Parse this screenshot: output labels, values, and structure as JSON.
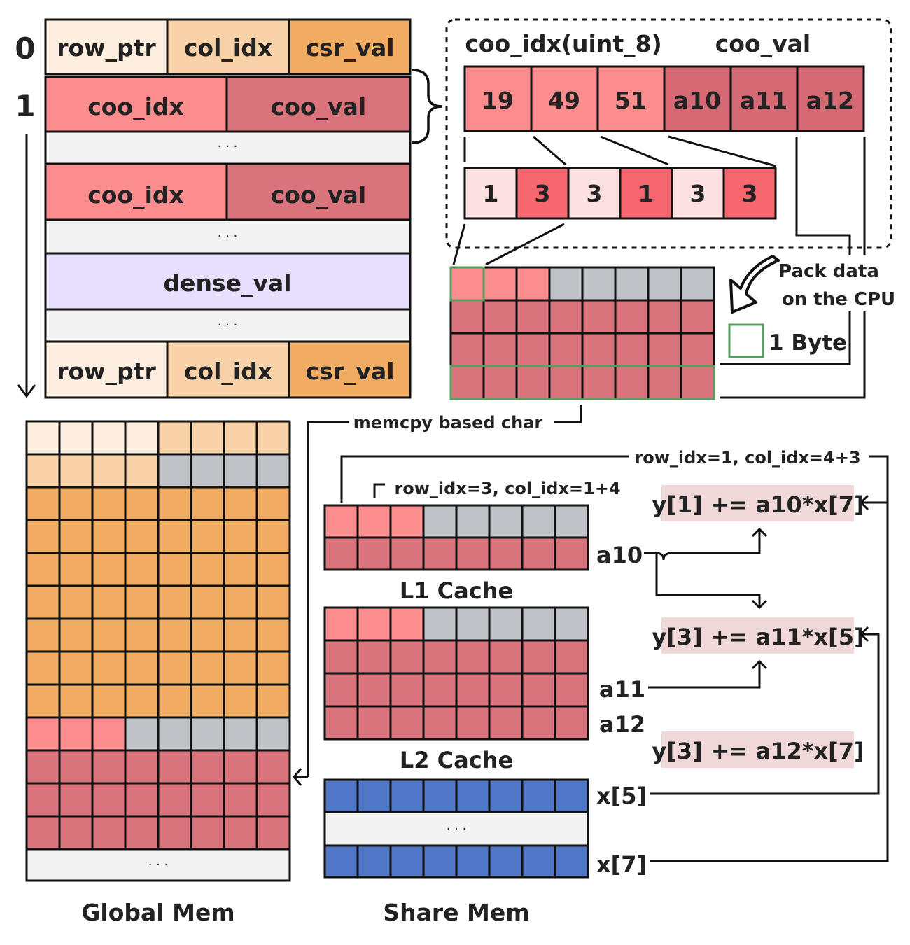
{
  "colors": {
    "cream": "#fdeee0",
    "peach": "#f8d2a8",
    "orange": "#f0ac62",
    "pink": "#fb8d8e",
    "rose": "#d9747c",
    "rose_dark": "#d56a74",
    "light_pink": "#fde1e1",
    "gray": "#bfc2c6",
    "light_gray": "#f3f3f3",
    "lavender": "#e8dffd",
    "blue": "#4f76c7",
    "green": "#55a060",
    "eq_bg": "#f0d8d8"
  },
  "left_block": {
    "row_markers": [
      "0",
      "1"
    ],
    "row0": [
      "row_ptr",
      "col_idx",
      "csr_val"
    ],
    "coo_rows": [
      [
        "coo_idx",
        "coo_val"
      ],
      [
        "coo_idx",
        "coo_val"
      ]
    ],
    "ellipsis": "· · ·",
    "dense_label": "dense_val",
    "last_row": [
      "row_ptr",
      "col_idx",
      "csr_val"
    ]
  },
  "detail": {
    "coo_idx_header": "coo_idx(uint_8)",
    "coo_val_header": "coo_val",
    "top_cells": [
      "19",
      "49",
      "51",
      "a10",
      "a11",
      "a12"
    ],
    "nibble_cells": [
      "1",
      "3",
      "3",
      "1",
      "3",
      "3"
    ]
  },
  "pack": {
    "label_line1": "Pack data",
    "label_line2": "on the CPU",
    "legend": "1 Byte"
  },
  "memcpy_label": "memcpy based char",
  "annotations": {
    "top_index": "row_idx=1, col_idx=4+3",
    "l1_index": "row_idx=3, col_idx=1+4"
  },
  "share_mem": {
    "l1_label": "L1 Cache",
    "l2_label": "L2 Cache",
    "ellipsis": "· · ·",
    "side_labels": [
      "a10",
      "a11",
      "a12",
      "x[5]",
      "x[7]"
    ]
  },
  "equations": [
    "y[1] += a10*x[7]",
    "y[3] += a11*x[5]",
    "y[3] += a12*x[7]"
  ],
  "captions": {
    "global": "Global Mem",
    "share": "Share Mem"
  }
}
